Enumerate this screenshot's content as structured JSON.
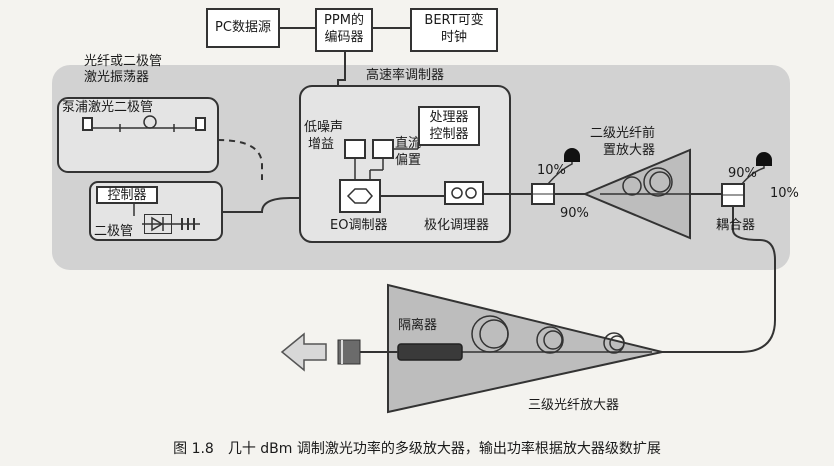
{
  "top_boxes": {
    "pc_source": "PC数据源",
    "ppm_encoder": [
      "PPM的",
      "编码器"
    ],
    "bert_clock": [
      "BERT可变",
      "时钟"
    ]
  },
  "oscillator": {
    "title": [
      "光纤或二极管",
      "激光振荡器"
    ],
    "pump_label": "泵浦激光二极管",
    "controller": "控制器",
    "diode": "二极管"
  },
  "modulator": {
    "title": "高速率调制器",
    "low_noise_gain": [
      "低噪声",
      "增益"
    ],
    "dc_bias": [
      "直流",
      "偏置"
    ],
    "processor": [
      "处理器",
      "控制器"
    ],
    "eo_modulator": "EO调制器",
    "polarization": "极化调理器"
  },
  "preamp": {
    "title": [
      "二级光纤前",
      "置放大器"
    ],
    "split_10": "10%",
    "split_90": "90%"
  },
  "coupler": {
    "label": "耦合器",
    "split_90": "90%",
    "split_10": "10%"
  },
  "third_amp": {
    "isolator": "隔离器",
    "title": "三级光纤放大器"
  },
  "caption": "图 1.8　几十 dBm 调制激光功率的多级放大器，输出功率根据放大器级数扩展"
}
